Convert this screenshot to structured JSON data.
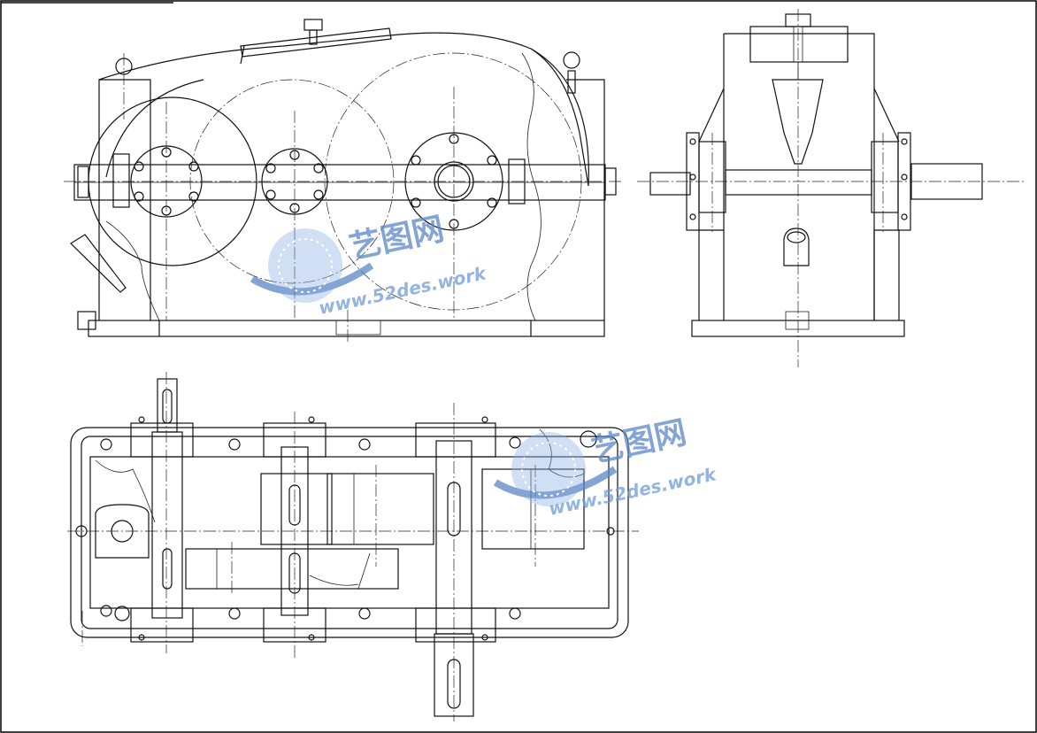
{
  "drawing": {
    "views": [
      "front-view",
      "side-view",
      "top-view"
    ],
    "line_color": "#111111",
    "background": "#ffffff"
  },
  "watermark": {
    "brand": "艺图网",
    "url": "www.52des.work",
    "color": "#5b86c9"
  }
}
